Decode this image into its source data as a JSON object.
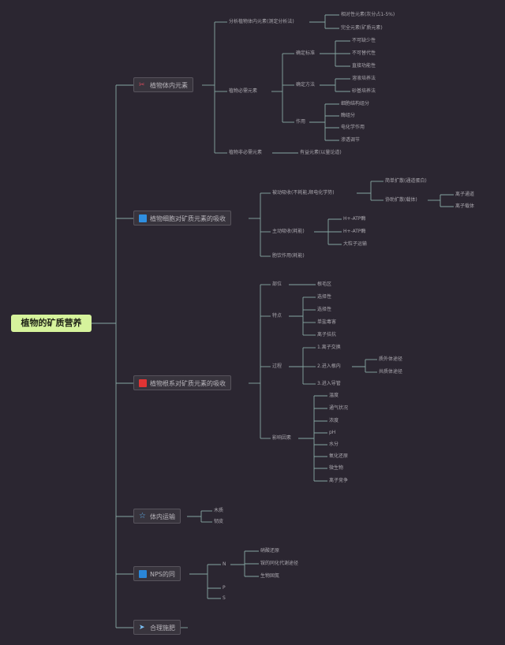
{
  "root": {
    "label": "植物的矿质营养"
  },
  "sections": [
    {
      "id": "s1",
      "label": "植物体内元素",
      "icon": "tools-icon"
    },
    {
      "id": "s2",
      "label": "植物细胞对矿质元素的吸收",
      "icon": "flag-icon"
    },
    {
      "id": "s3",
      "label": "植物根系对矿质元素的吸收",
      "icon": "flag-icon"
    },
    {
      "id": "s4",
      "label": "体内运输",
      "icon": "star-icon"
    },
    {
      "id": "s5",
      "label": "NPS的同",
      "icon": "flag-icon"
    },
    {
      "id": "s6",
      "label": "合理施肥",
      "icon": "paper-plane-icon"
    }
  ],
  "nodes": {
    "n1": "分析植物体内元素(测定分析法)",
    "n1a": "相对性元素(灰分占1-5%)",
    "n1b": "完全元素(矿质元素)",
    "n2": "植物必需元素",
    "n2a": "确定标准",
    "n2a1": "不可缺少性",
    "n2a2": "不可替代性",
    "n2a3": "直接功能性",
    "n2b": "确定方法",
    "n2b1": "溶液培养法",
    "n2b2": "砂基培养法",
    "n2c": "作用",
    "n2c1": "细胞结构组分",
    "n2c2": "酶组分",
    "n2c3": "电化学作用",
    "n2c4": "渗透调节",
    "n3": "植物非必需元素",
    "n3a": "有益元素(以量论道)",
    "m1": "被动吸收(不耗能,顺电化学势)",
    "m1a": "简单扩散(通道蛋白)",
    "m1b": "协助扩散(载体)",
    "m1b1": "离子通道",
    "m1b2": "离子载体",
    "m2": "主动吸收(耗能)",
    "m2a": "H+-ATP酶",
    "m2b": "H+-ATP酶",
    "m2c": "大粒子运输",
    "m3": "胞饮作用(耗能)",
    "r1": "部位",
    "r1a": "根毛区",
    "r2": "特点",
    "r2a": "选择性",
    "r2b": "选择性",
    "r2c": "单盐毒害",
    "r2d": "离子拮抗",
    "r3": "过程",
    "r3a": "1.离子交换",
    "r3b": "2.进入根内",
    "r3b1": "质外体途径",
    "r3b2": "共质体途径",
    "r3c": "3.进入导管",
    "r4": "影响因素",
    "r4a": "温度",
    "r4b": "通气状况",
    "r4c": "浓度",
    "r4d": "pH",
    "r4e": "水分",
    "r4f": "氧化还原",
    "r4g": "微生物",
    "r4h": "离子竞争",
    "t1": "木质",
    "t2": "韧皮",
    "p1": "N",
    "p1a": "硝酸还原",
    "p1b": "铵的同化代谢途径",
    "p1c": "生物固氮",
    "p2": "P",
    "p3": "S"
  }
}
